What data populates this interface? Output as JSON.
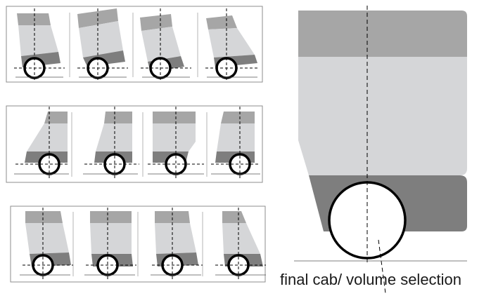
{
  "caption": "final cab/ volume selection",
  "colors": {
    "roof": "#a6a6a6",
    "body": "#d5d6d8",
    "base": "#7e7e7e",
    "frame": "#8c8c8c",
    "wheel_stroke": "#000000",
    "centerline": "#000000"
  },
  "groups": [
    {
      "name": "variants-row-1",
      "shapes": [
        "lean-back",
        "tilted-up",
        "tapered-front",
        "wedge-front"
      ]
    },
    {
      "name": "variants-row-2",
      "shapes": [
        "slanted-front",
        "slanted-front",
        "upright",
        "slanted-front"
      ]
    },
    {
      "name": "variants-row-3",
      "shapes": [
        "lean-back",
        "upright",
        "lean-back",
        "wedge-front"
      ]
    }
  ],
  "final": {
    "shape": "selected-cab"
  }
}
